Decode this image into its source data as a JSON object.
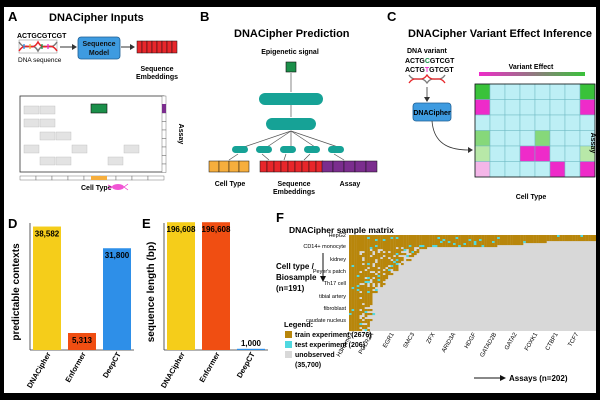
{
  "panel_a": {
    "letter": "A",
    "title": "DNACipher Inputs",
    "dna_seq": "ACTGCGTCGT",
    "dna_label": "DNA sequence",
    "model_label": [
      "Sequence",
      "Model"
    ],
    "embed_label": [
      "Sequence",
      "Embeddings"
    ],
    "assay_label": "Assay",
    "celltype_label": "Cell Type"
  },
  "panel_b": {
    "letter": "B",
    "title": "DNACipher Prediction",
    "signal_label": "Epigenetic signal",
    "celltype_label": "Cell Type",
    "embed_label": [
      "Sequence",
      "Embeddings"
    ],
    "assay_label": "Assay"
  },
  "panel_c": {
    "letter": "C",
    "title": "DNACipher Variant Effect Inference",
    "variant_label": "DNA variant",
    "ref_seq": [
      "ACTG",
      "C",
      "GTCGT"
    ],
    "alt_seq": [
      "ACTG",
      "T",
      "GTCGT"
    ],
    "model_label": "DNACipher",
    "effect_label": "Variant Effect",
    "assay_label": "Assay",
    "celltype_label": "Cell Type"
  },
  "panel_d": {
    "letter": "D",
    "chart_data": {
      "type": "bar",
      "ylabel": "predictable contexts",
      "categories": [
        "DNACipher",
        "Enformer",
        "DeepCT"
      ],
      "values": [
        38582,
        5313,
        31800
      ],
      "labels": [
        "38,582",
        "5,313",
        "31,800"
      ],
      "colors": [
        "#F5CD1A",
        "#F04E12",
        "#2E8FE8"
      ],
      "ylim": [
        0,
        40000
      ]
    }
  },
  "panel_e": {
    "letter": "E",
    "chart_data": {
      "type": "bar",
      "ylabel": "sequence length (bp)",
      "categories": [
        "DNACipher",
        "Enformer",
        "DeepCT"
      ],
      "values": [
        196608,
        196608,
        1000
      ],
      "labels": [
        "196,608",
        "196,608",
        "1,000"
      ],
      "colors": [
        "#F5CD1A",
        "#F04E12",
        "#2E8FE8"
      ],
      "ylim": [
        0,
        200000
      ]
    }
  },
  "panel_f": {
    "letter": "F",
    "title": "DNACipher sample matrix",
    "side_label": [
      "Cell type /",
      "Biosample",
      "(n=191)"
    ],
    "row_labels": [
      "HepG2",
      "CD14+ monocyte",
      "kidney",
      "Peyer's patch",
      "Th17 cell",
      "tibial artery",
      "fibroblast",
      "caudate nucleus"
    ],
    "col_labels": [
      "H3K4me3",
      "POLR2A",
      "EGR1",
      "SMC3",
      "ZFX",
      "ARID3A",
      "HDGF",
      "GATAD2B",
      "GATA2",
      "FOXK1",
      "CTBP1",
      "TCF7"
    ],
    "legend_title": "Legend:",
    "legend": [
      {
        "label": "train experiment (2676)",
        "color": "#B8860B"
      },
      {
        "label": "test experiment (206)",
        "color": "#4FD8E0"
      },
      {
        "label": "unobserved",
        "color": "#D8D8D8"
      }
    ],
    "unobserved_count": "(35,700)",
    "assays_label": "Assays (n=202)"
  },
  "colors": {
    "orange": "#F6AE3D",
    "red": "#E8262A",
    "purple": "#7B2D8E",
    "teal": "#16A296",
    "green": "#1B8F4A",
    "blue": "#3E9BE0",
    "magenta": "#EE2BC9"
  }
}
